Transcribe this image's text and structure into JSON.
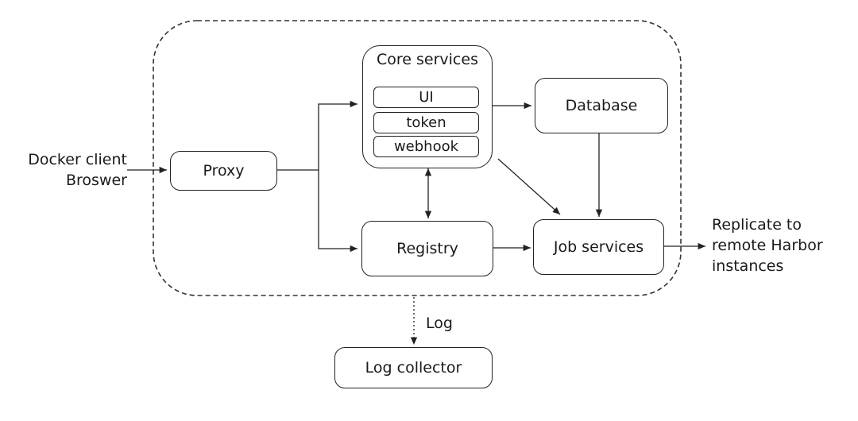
{
  "boxes": {
    "core_services": {
      "title": "Core services",
      "items": [
        "UI",
        "token",
        "webhook"
      ]
    },
    "database": "Database",
    "proxy": "Proxy",
    "registry": "Registry",
    "job_services": "Job services",
    "log_collector": "Log collector"
  },
  "labels": {
    "client_line1": "Docker client",
    "client_line2": "Broswer",
    "replicate_line1": "Replicate to",
    "replicate_line2": "remote Harbor",
    "replicate_line3": "instances",
    "log": "Log"
  }
}
